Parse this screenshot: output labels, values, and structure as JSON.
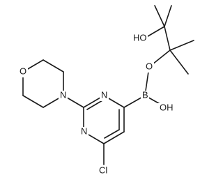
{
  "molecule": {
    "labels": {
      "ho": "HO",
      "oh": "OH",
      "o_boronate": "O",
      "o_morpholine": "O",
      "b": "B",
      "n_morpholine": "N",
      "n_ring_top": "N",
      "n_ring_bottom": "N",
      "cl": "Cl"
    }
  }
}
